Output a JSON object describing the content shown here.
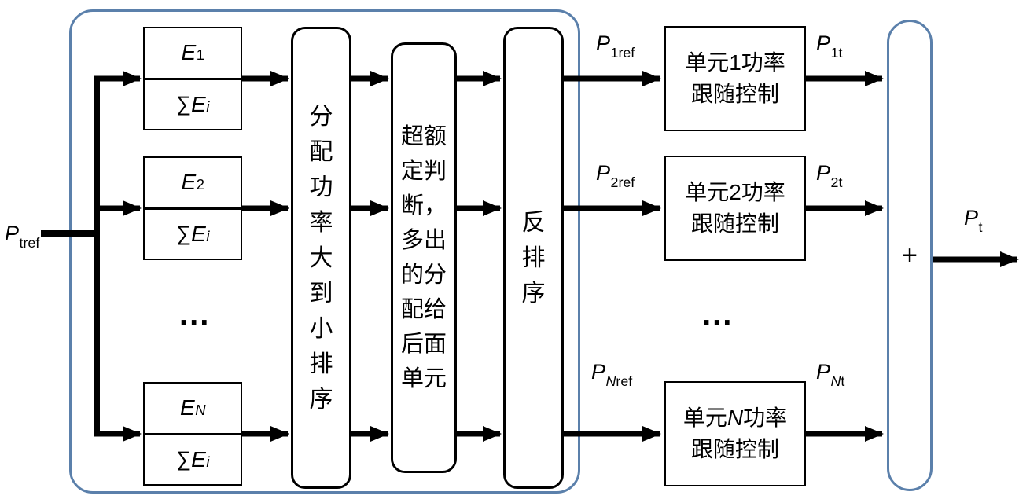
{
  "labels": {
    "input": {
      "base": "P",
      "sub": "tref"
    },
    "final": {
      "base": "P",
      "sub": "t"
    },
    "ref": [
      {
        "base": "P",
        "sub": "1ref"
      },
      {
        "base": "P",
        "sub": "2ref"
      },
      {
        "base": "P",
        "sub_var": "N",
        "sub_rest": "ref"
      }
    ],
    "out": [
      {
        "base": "P",
        "sub": "1t"
      },
      {
        "base": "P",
        "sub": "2t"
      },
      {
        "base": "P",
        "sub_var": "N",
        "sub_rest": "t"
      }
    ]
  },
  "fractions": [
    {
      "num_base": "E",
      "num_sub": "1",
      "den_sigma": "∑",
      "den_base": "E",
      "den_sub": "i"
    },
    {
      "num_base": "E",
      "num_sub": "2",
      "den_sigma": "∑",
      "den_base": "E",
      "den_sub": "i"
    },
    {
      "num_base": "E",
      "num_sub": "N",
      "den_sigma": "∑",
      "den_base": "E",
      "den_sub": "i"
    }
  ],
  "process": {
    "sort": "分配功率大到小排序",
    "judge": "超额定判断，多出的分配给后面单元",
    "reverse": "反排序"
  },
  "units": [
    {
      "prefix": "单元",
      "index": "1",
      "suffix": "功率",
      "line2": "跟随控制"
    },
    {
      "prefix": "单元",
      "index": "2",
      "suffix": "功率",
      "line2": "跟随控制"
    },
    {
      "prefix": "单元",
      "index": "N",
      "suffix": "功率",
      "line2": "跟随控制"
    }
  ],
  "sum_symbol": "+",
  "ellipsis": "...",
  "colors": {
    "frame_blue": "#5b80ab",
    "line_black": "#000000"
  }
}
